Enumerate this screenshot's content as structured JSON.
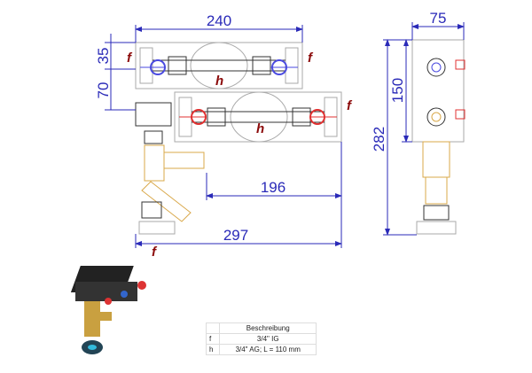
{
  "dimensions": {
    "top_width": "240",
    "offset_35": "35",
    "offset_70": "70",
    "span_196": "196",
    "total_297": "297",
    "side_width": "75",
    "side_150": "150",
    "side_282": "282"
  },
  "labels": {
    "f": "f",
    "h": "h"
  },
  "table": {
    "header": "Beschreibung",
    "rows": [
      {
        "key": "f",
        "value": "3/4\" IG"
      },
      {
        "key": "h",
        "value": "3/4\" AG; L = 110 mm"
      }
    ]
  },
  "colors": {
    "dimension": "#2a2ab8",
    "label": "#8b0a0a",
    "cold": "#4a4ae0",
    "hot": "#e03030",
    "brass": "#d9a84a"
  }
}
